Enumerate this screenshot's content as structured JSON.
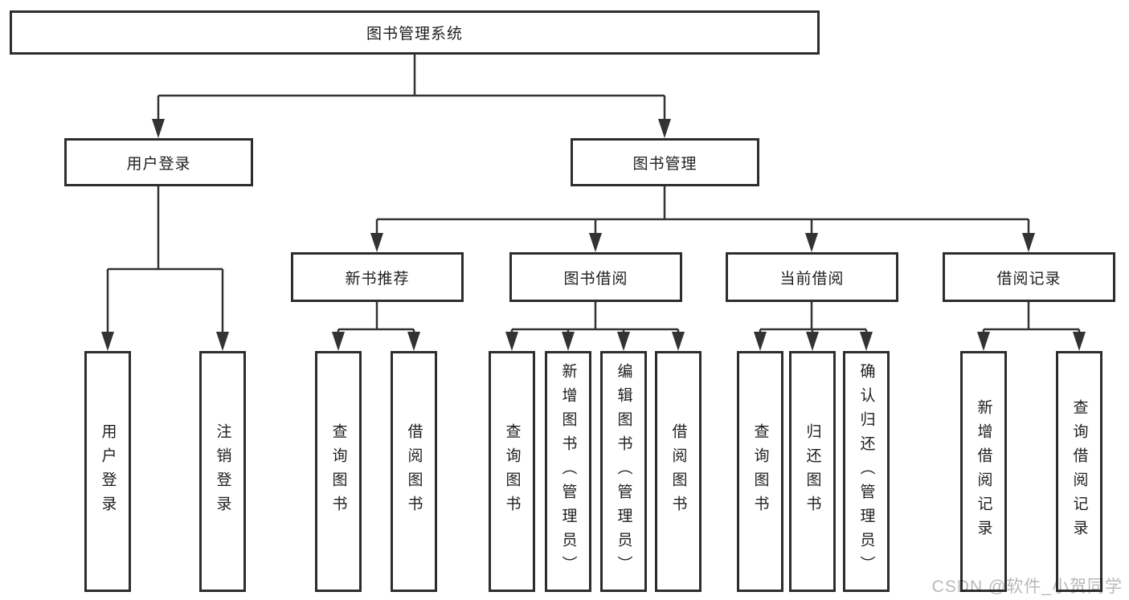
{
  "diagram": {
    "root": {
      "label": "图书管理系统"
    },
    "level2": [
      {
        "label": "用户登录"
      },
      {
        "label": "图书管理"
      }
    ],
    "level3": [
      {
        "label": "新书推荐"
      },
      {
        "label": "图书借阅"
      },
      {
        "label": "当前借阅"
      },
      {
        "label": "借阅记录"
      }
    ],
    "leaves": {
      "login": [
        {
          "label": "用户登录"
        },
        {
          "label": "注销登录"
        }
      ],
      "recommend": [
        {
          "label": "查询图书"
        },
        {
          "label": "借阅图书"
        }
      ],
      "borrow": [
        {
          "label": "查询图书"
        },
        {
          "label": "新增图书（管理员）"
        },
        {
          "label": "编辑图书（管理员）"
        },
        {
          "label": "借阅图书"
        }
      ],
      "current": [
        {
          "label": "查询图书"
        },
        {
          "label": "归还图书"
        },
        {
          "label": "确认归还（管理员）"
        }
      ],
      "records": [
        {
          "label": "新增借阅记录"
        },
        {
          "label": "查询借阅记录"
        }
      ]
    }
  },
  "watermark": {
    "text": "CSDN @软件_小贺同学"
  },
  "colors": {
    "line": "#333333",
    "box_border": "#2d2d2d",
    "text": "#1e1e1e",
    "background": "#ffffff",
    "watermark": "#b9b9b9"
  }
}
